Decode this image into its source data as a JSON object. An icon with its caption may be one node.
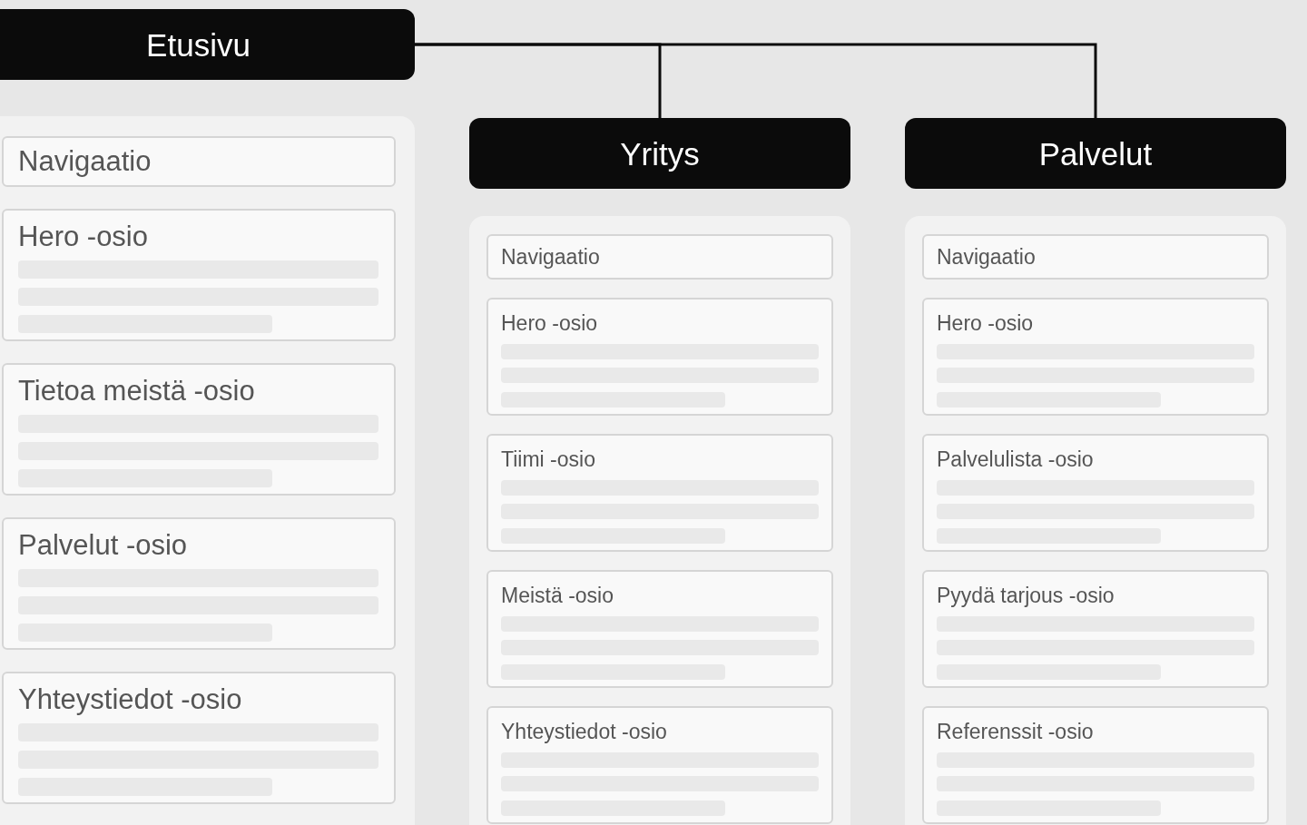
{
  "diagram": {
    "nodes": [
      {
        "text": [
          "Etusivu"
        ]
      },
      {
        "text": [],
        "shape": "box"
      },
      {
        "text": [
          "Navigaatio"
        ],
        "in": 1
      },
      {
        "text": [
          "Hero -osio"
        ],
        "in": 1
      },
      {
        "text": [
          "Tietoa meistä -osio"
        ],
        "in": 1
      },
      {
        "text": [
          "Palvelut -osio"
        ],
        "in": 1
      },
      {
        "text": [
          "Yhteystiedot -osio"
        ],
        "in": 1
      },
      {
        "text": [
          "Yritys"
        ]
      },
      {
        "text": [],
        "shape": "box"
      },
      {
        "text": [
          "Navigaatio"
        ],
        "in": 8
      },
      {
        "text": [
          "Hero -osio"
        ],
        "in": 8
      },
      {
        "text": [
          "Tiimi -osio"
        ],
        "in": 8
      },
      {
        "text": [
          "Meistä -osio"
        ],
        "in": 8
      },
      {
        "text": [
          "Yhteystiedot -osio"
        ],
        "in": 8
      },
      {
        "text": [
          "Palvelut"
        ]
      },
      {
        "text": [],
        "shape": "box"
      },
      {
        "text": [
          "Navigaatio"
        ],
        "in": 15
      },
      {
        "text": [
          "Hero -osio"
        ],
        "in": 15
      },
      {
        "text": [
          "Palvelulista -osio"
        ],
        "in": 15
      },
      {
        "text": [
          "Pyydä tarjous -osio"
        ],
        "in": 15
      },
      {
        "text": [
          "Referenssit -osio"
        ],
        "in": 15
      }
    ],
    "edges": [
      {
        "from": 0,
        "to": 7,
        "arrow": "none"
      },
      {
        "from": 0,
        "to": 14,
        "arrow": "none"
      }
    ]
  }
}
